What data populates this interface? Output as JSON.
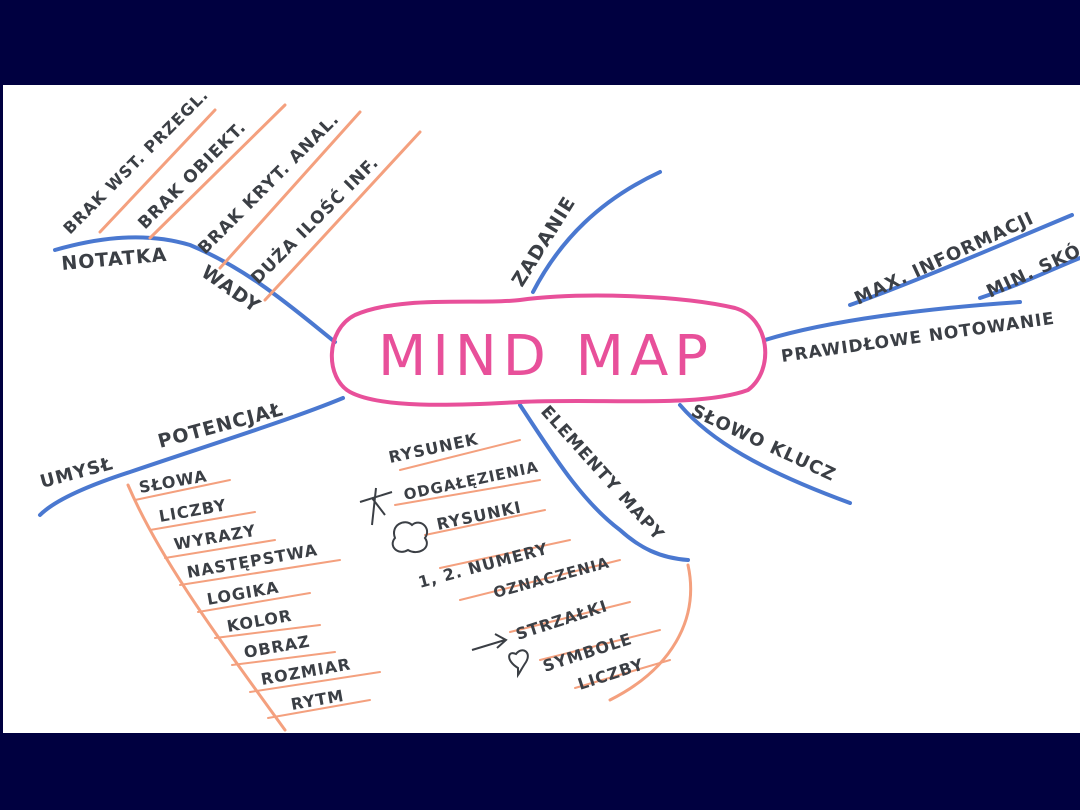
{
  "center": {
    "label": "MIND MAP"
  },
  "colors": {
    "frame": "#000040",
    "paper": "#ffffff",
    "main_branch": "#4a78d0",
    "sub_branch": "#f4a07e",
    "center_outline": "#e8509a",
    "text": "#3b3f45"
  },
  "branches": {
    "wady": {
      "label": "WADY",
      "notatka": "NOTATKA",
      "items": [
        "BRAK WST. PRZEGL.",
        "BRAK OBIEKT.",
        "BRAK KRYT. ANAL.",
        "DUŻA ILOŚĆ INF."
      ]
    },
    "zadanie": {
      "label": "ZADANIE"
    },
    "pravidlowe": {
      "label": "PRAWIDŁOWE NOTOWANIE",
      "items": [
        "MAX. INFORMACJI",
        "MIN. SKÓ"
      ]
    },
    "slowo_klucz": {
      "label": "SŁOWO KLUCZ"
    },
    "potencjal": {
      "label": "POTENCJAŁ",
      "umysl": "UMYSŁ",
      "items": [
        "SŁOWA",
        "LICZBY",
        "WYRAZY",
        "NASTĘPSTWA",
        "LOGIKA",
        "KOLOR",
        "OBRAZ",
        "ROZMIAR",
        "RYTM"
      ]
    },
    "elementy": {
      "label": "ELEMENTY MAPY",
      "items": [
        "RYSUNEK",
        "ODGAŁĘZIENIA",
        "RYSUNKI",
        "1, 2. NUMERY",
        "OZNACZENIA",
        "STRZAŁKI",
        "SYMBOLE",
        "LICZBY"
      ]
    }
  }
}
